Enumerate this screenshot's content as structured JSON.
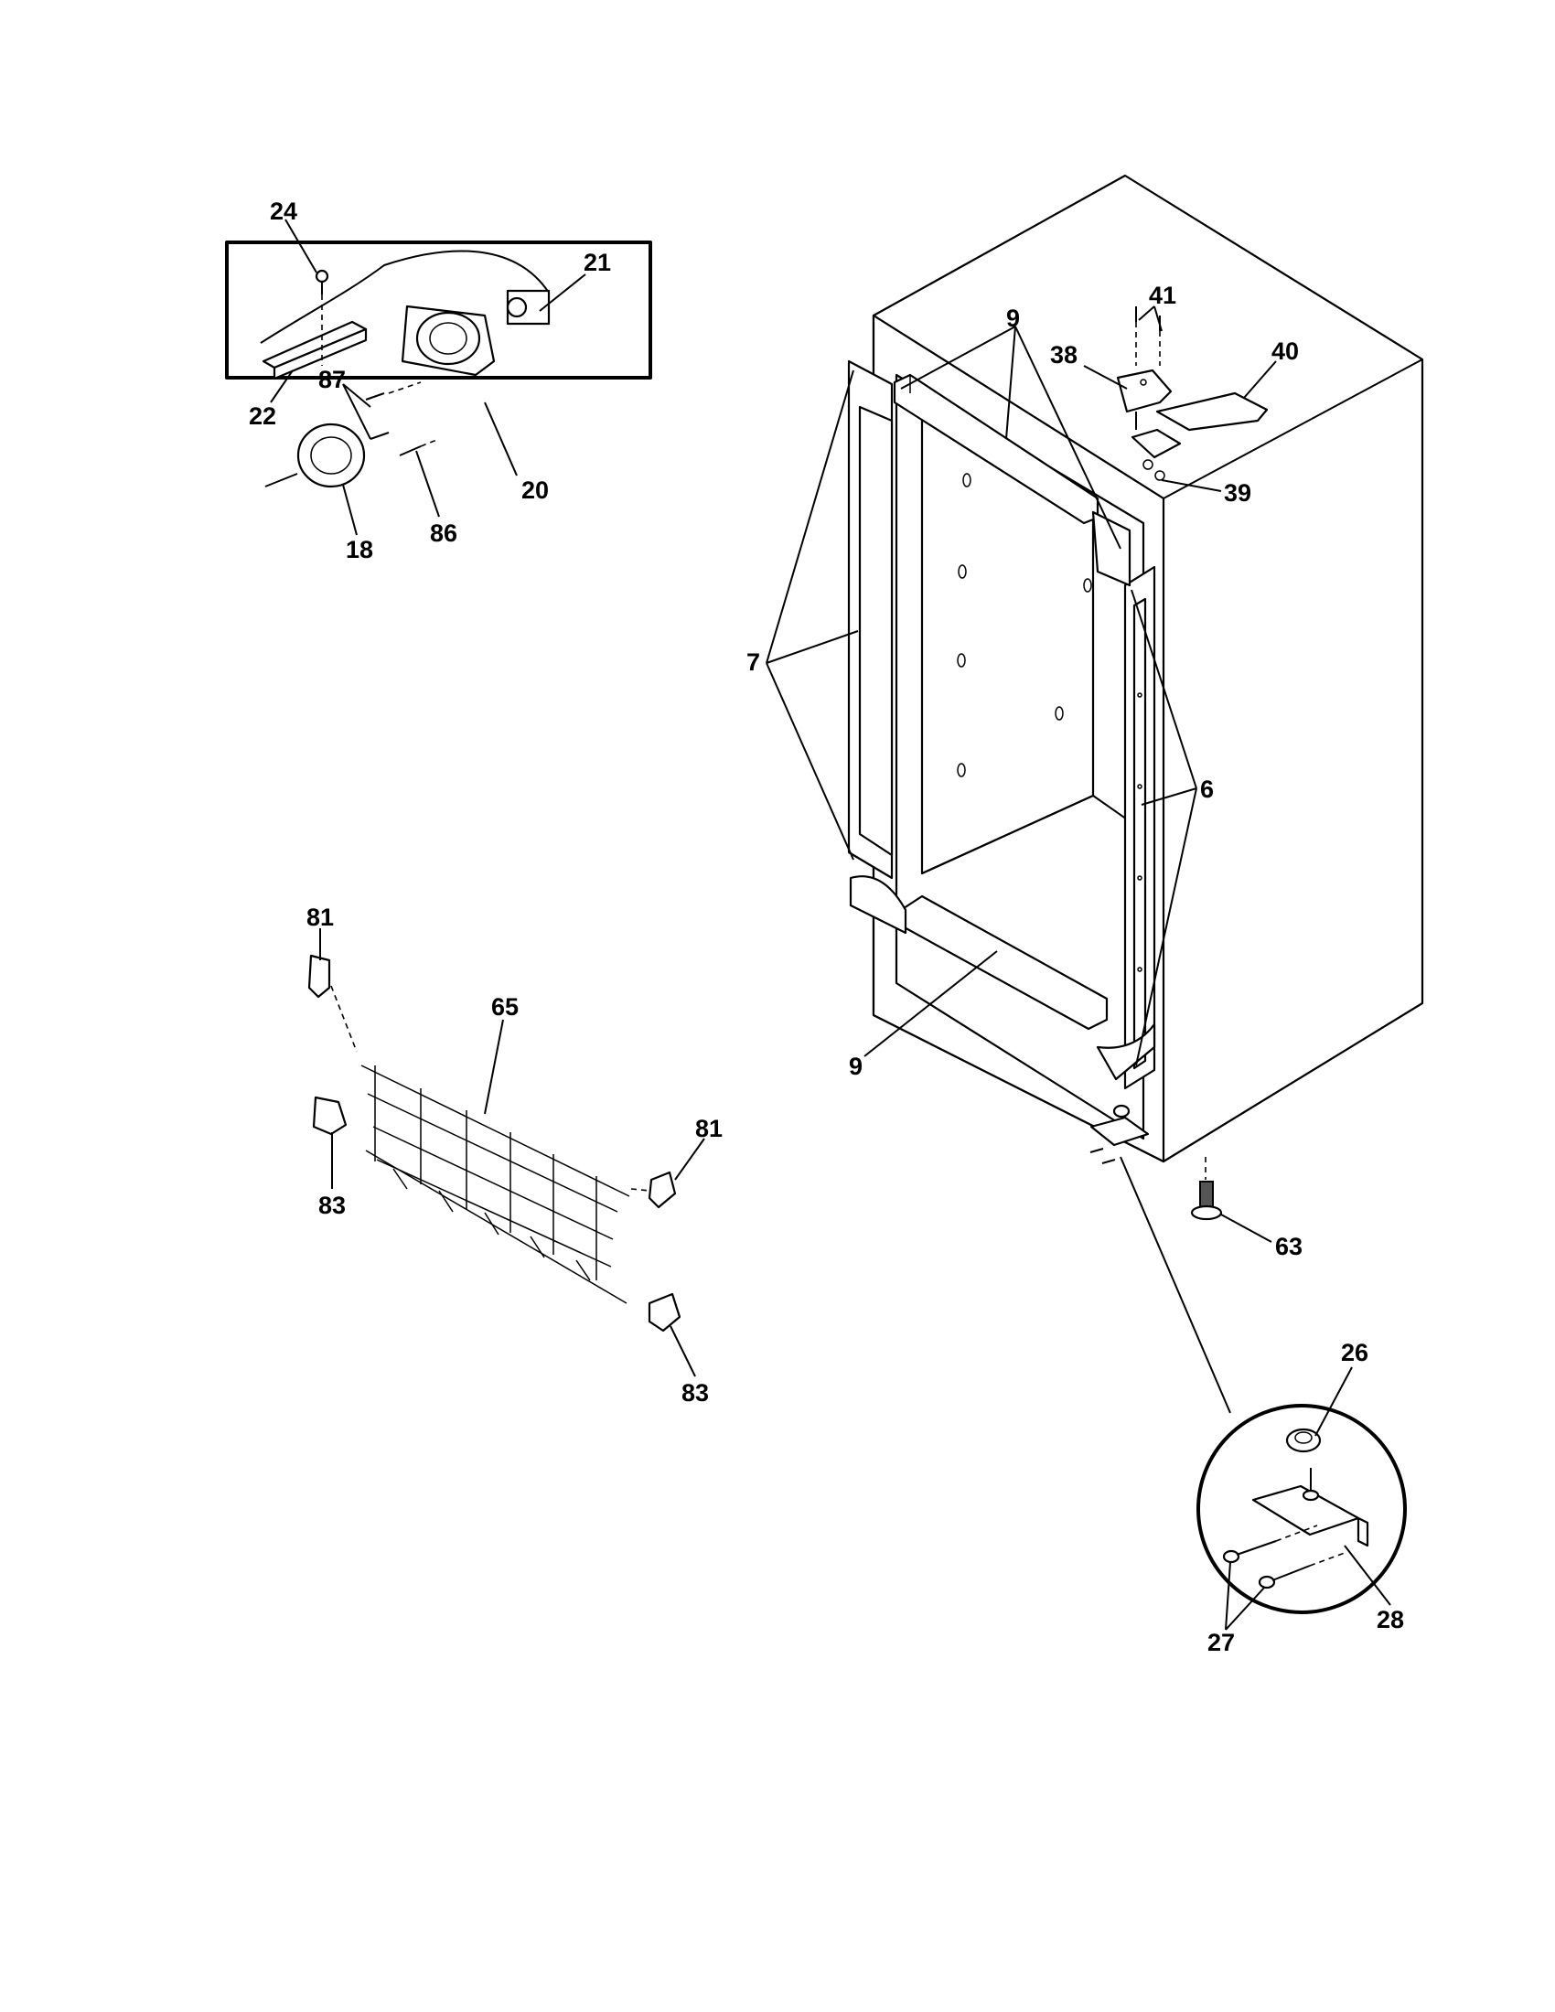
{
  "labels": {
    "l24": "24",
    "l21": "21",
    "l22": "22",
    "l87": "87",
    "l20": "20",
    "l86": "86",
    "l18": "18",
    "l9a": "9",
    "l41": "41",
    "l38": "38",
    "l40": "40",
    "l39": "39",
    "l7": "7",
    "l6": "6",
    "l9b": "9",
    "l81a": "81",
    "l65": "65",
    "l81b": "81",
    "l83a": "83",
    "l83b": "83",
    "l63": "63",
    "l26": "26",
    "l27": "27",
    "l28": "28"
  }
}
